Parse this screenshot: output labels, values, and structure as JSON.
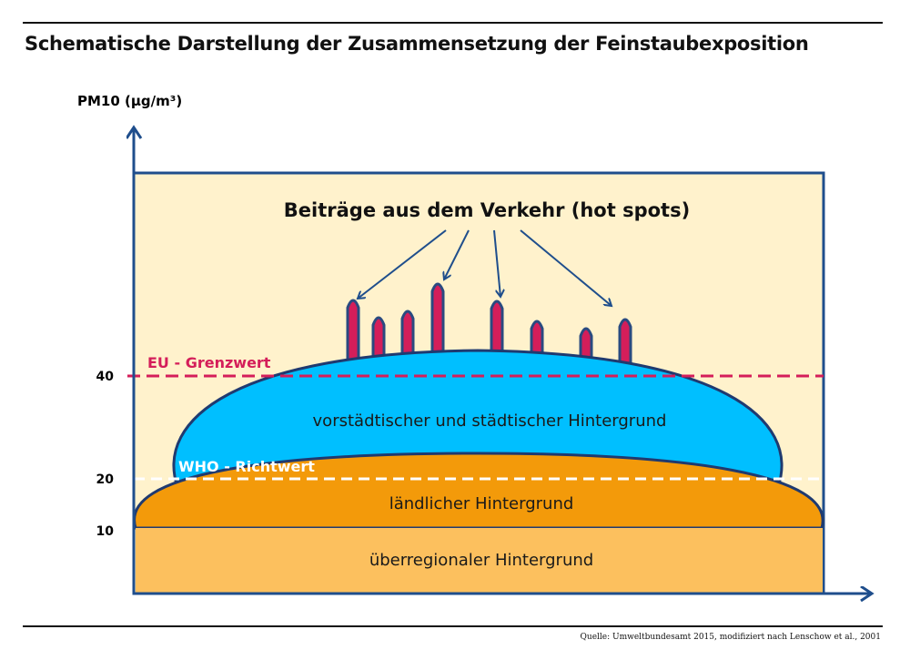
{
  "title": "Schematische Darstellung der Zusammensetzung der Feinstaubexposition",
  "y_axis_label": "PM10 (µg/m³)",
  "ticks": [
    "40",
    "20",
    "10"
  ],
  "lines": {
    "eu": "EU - Grenzwert",
    "who": "WHO - Richtwert"
  },
  "layers": {
    "traffic": "Beiträge aus dem Verkehr (hot spots)",
    "urban": "vorstädtischer und städtischer  Hintergrund",
    "rural": "ländlicher Hintergrund",
    "regional": "überregionaler Hintergrund"
  },
  "source": "Quelle: Umweltbundesamt 2015, modifiziert nach Lenschow et al., 2001",
  "colors": {
    "axis": "#1f4e8c",
    "bg": "#fff2cc",
    "urban": "#00bfff",
    "rural": "#f39a0a",
    "regional": "#fcc05e",
    "eu": "#d41e5a",
    "spike": "#d41e5a"
  }
}
